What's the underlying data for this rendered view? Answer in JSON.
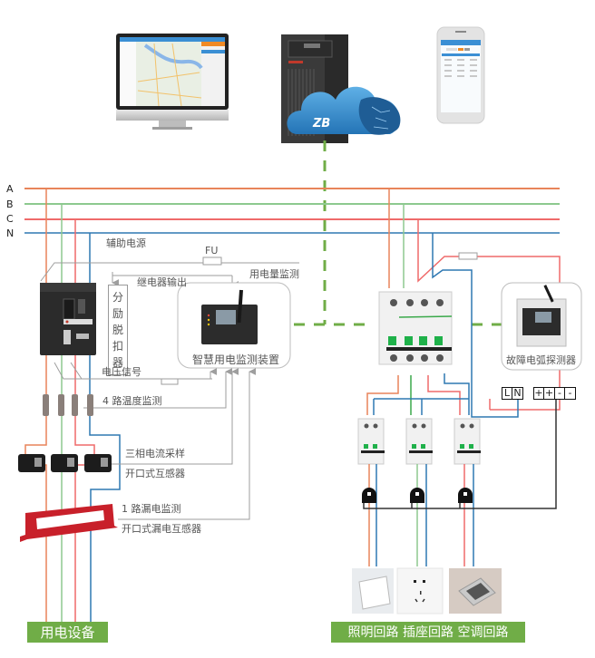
{
  "title": "智慧用电监测系统接线图",
  "phases": [
    "A",
    "B",
    "C",
    "N"
  ],
  "colors": {
    "phase_a": "#e8845a",
    "phase_b": "#8dc98f",
    "phase_c": "#ef6a6a",
    "neutral": "#2e78b2",
    "signal": "#9e9e9e",
    "network": "#70ad47",
    "banner": "#70ad47"
  },
  "top_devices": {
    "monitor": "monitor-dashboard-map",
    "server_cloud": "server-cloud-logo",
    "cloud_logo_text": "ZB",
    "phone": "mobile-app"
  },
  "labels": {
    "aux_power": "辅助电源",
    "fuse": "FU",
    "relay_output": "继电器输出",
    "energy_monitor": "用电量监测",
    "shunt_trip": [
      "分",
      "励",
      "脱",
      "扣",
      "器"
    ],
    "device_name": "智慧用电监测装置",
    "voltage_signal": "电压信号",
    "temp_monitor": "4 路温度监测",
    "current_sampling": "三相电流采样",
    "open_ct": "开口式互感器",
    "leakage_monitor": "1 路漏电监测",
    "open_leak_ct": "开口式漏电互感器",
    "arc_detector": "故障电弧探测器"
  },
  "terminals": {
    "power": [
      "L",
      "N"
    ],
    "signal": [
      "+",
      "+",
      "-",
      "-"
    ]
  },
  "banners": {
    "left": "用电设备",
    "right": "照明回路 插座回路 空调回路"
  }
}
